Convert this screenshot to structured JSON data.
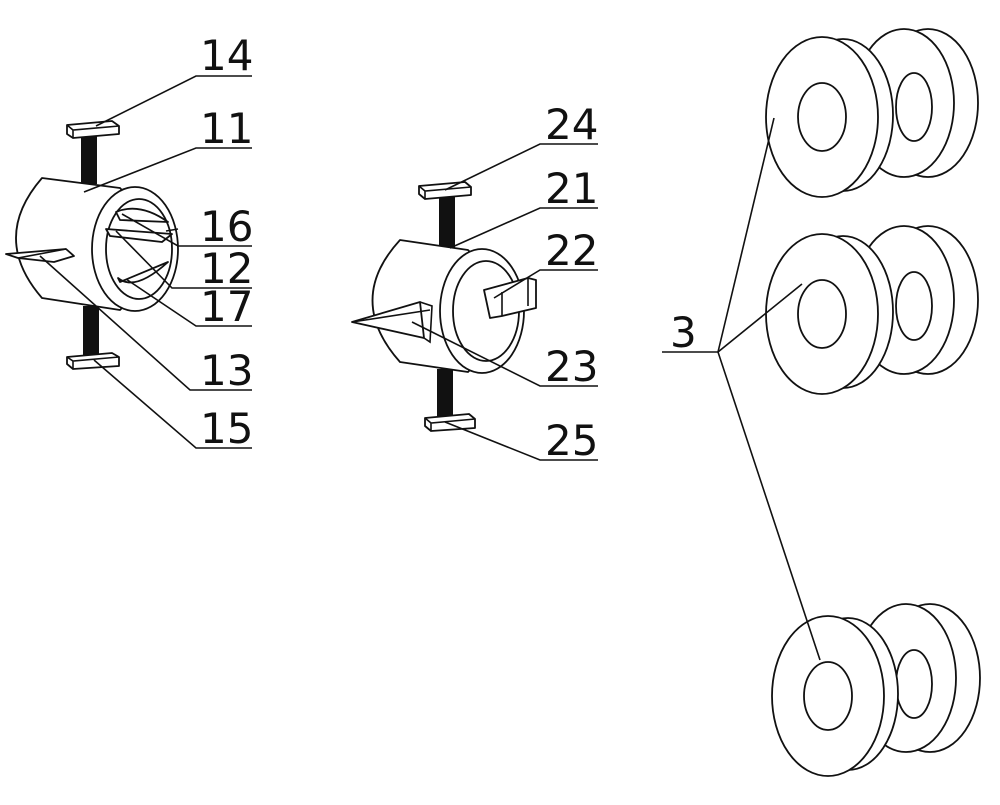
{
  "labels": {
    "l14": "14",
    "l11": "11",
    "l16": "16",
    "l12": "12",
    "l17": "17",
    "l13": "13",
    "l15": "15",
    "l24": "24",
    "l21": "21",
    "l22": "22",
    "l23": "23",
    "l25": "25",
    "l3": "3"
  },
  "colors": {
    "line": "#111111",
    "background": "#ffffff"
  }
}
